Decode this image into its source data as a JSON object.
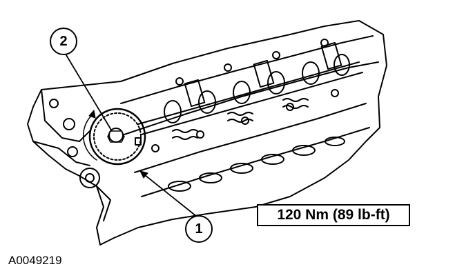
{
  "callouts": [
    {
      "label": "1"
    },
    {
      "label": "2"
    }
  ],
  "torque_spec": "120 Nm (89 lb-ft)",
  "figure_id": "A0049219",
  "colors": {
    "line": "#000000",
    "background": "#ffffff"
  }
}
